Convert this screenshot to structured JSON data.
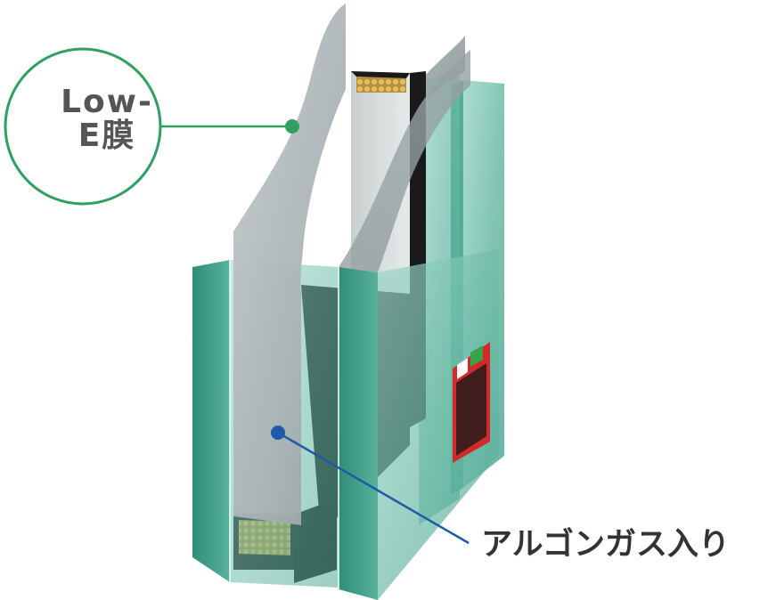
{
  "callouts": {
    "lowe_line1": "Low-",
    "lowe_line2": "E膜",
    "argon": "アルゴンガス入り"
  },
  "colors": {
    "glass_face": "#6fb8a6",
    "glass_edge": "#3e9a86",
    "lowe_film": "#a9b2b4",
    "spacer": "#1a1a1a",
    "desiccant": "#c9a24a",
    "callout_green": "#2f9f62",
    "callout_blue": "#1e5aa8",
    "label_red": "#d22a2a"
  }
}
